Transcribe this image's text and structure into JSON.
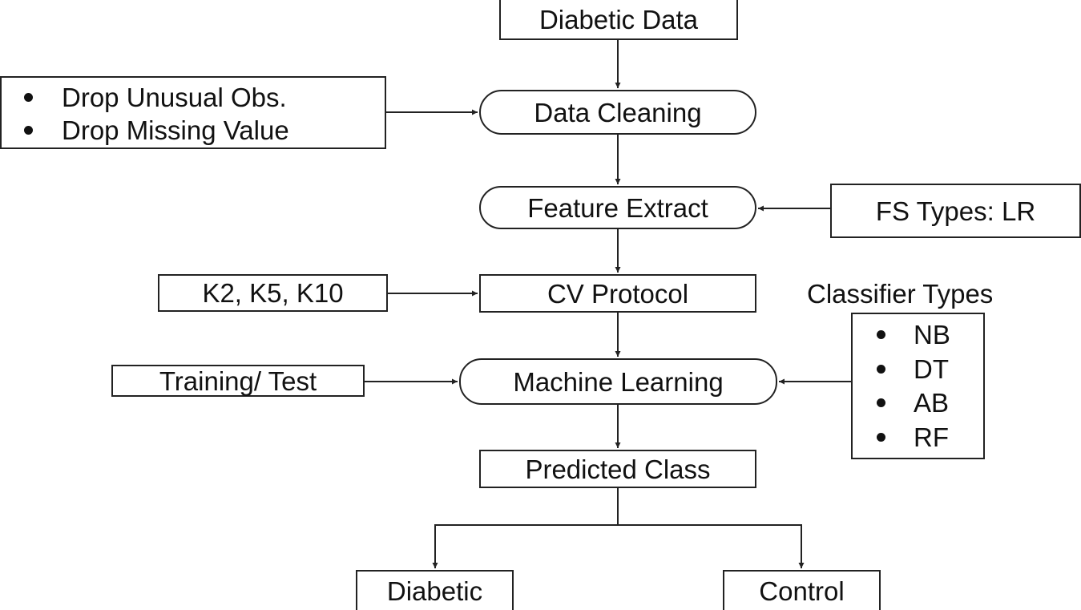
{
  "nodes": {
    "diabetic_data": "Diabetic Data",
    "data_cleaning": "Data Cleaning",
    "feature_extract": "Feature Extract",
    "cv_protocol": "CV Protocol",
    "machine_learning": "Machine Learning",
    "predicted_class": "Predicted Class",
    "diabetic": "Diabetic",
    "control": "Control"
  },
  "inputs": {
    "cleaning_steps": [
      "Drop Unusual Obs.",
      "Drop Missing Value"
    ],
    "fs_types": "FS Types: LR",
    "cv_folds": "K2, K5, K10",
    "training_test": "Training/ Test",
    "classifier_title": "Classifier Types",
    "classifiers": [
      "NB",
      "DT",
      "AB",
      "RF"
    ]
  },
  "edges": [
    {
      "from": "diabetic_data",
      "to": "data_cleaning"
    },
    {
      "from": "cleaning_steps",
      "to": "data_cleaning"
    },
    {
      "from": "data_cleaning",
      "to": "feature_extract"
    },
    {
      "from": "fs_types",
      "to": "feature_extract"
    },
    {
      "from": "feature_extract",
      "to": "cv_protocol"
    },
    {
      "from": "cv_folds",
      "to": "cv_protocol"
    },
    {
      "from": "cv_protocol",
      "to": "machine_learning"
    },
    {
      "from": "training_test",
      "to": "machine_learning"
    },
    {
      "from": "classifiers",
      "to": "machine_learning"
    },
    {
      "from": "machine_learning",
      "to": "predicted_class"
    },
    {
      "from": "predicted_class",
      "to": "diabetic"
    },
    {
      "from": "predicted_class",
      "to": "control"
    }
  ]
}
